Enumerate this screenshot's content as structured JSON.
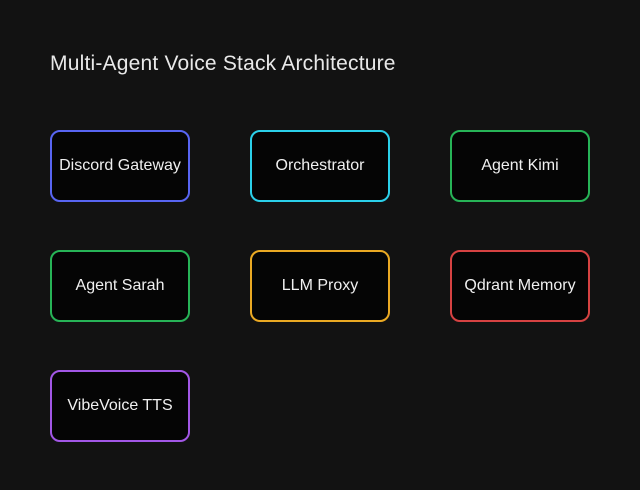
{
  "title": "Multi-Agent Voice Stack Architecture",
  "colors": {
    "background": "#121212",
    "node_fill": "#050505",
    "title_text": "#e9e9e9",
    "node_text": "#f0f0f0"
  },
  "diagram": {
    "nodes": [
      {
        "id": "discord-gateway",
        "label": "Discord Gateway",
        "border_color": "#5865f2",
        "row": 1,
        "col": 1
      },
      {
        "id": "orchestrator",
        "label": "Orchestrator",
        "border_color": "#2bd0ea",
        "row": 1,
        "col": 2
      },
      {
        "id": "agent-kimi",
        "label": "Agent Kimi",
        "border_color": "#27b457",
        "row": 1,
        "col": 3
      },
      {
        "id": "agent-sarah",
        "label": "Agent Sarah",
        "border_color": "#27b457",
        "row": 2,
        "col": 1
      },
      {
        "id": "llm-proxy",
        "label": "LLM Proxy",
        "border_color": "#eaa923",
        "row": 2,
        "col": 2
      },
      {
        "id": "qdrant-memory",
        "label": "Qdrant Memory",
        "border_color": "#d64242",
        "row": 2,
        "col": 3
      },
      {
        "id": "vibevoice-tts",
        "label": "VibeVoice TTS",
        "border_color": "#a257e6",
        "row": 3,
        "col": 1
      }
    ]
  }
}
